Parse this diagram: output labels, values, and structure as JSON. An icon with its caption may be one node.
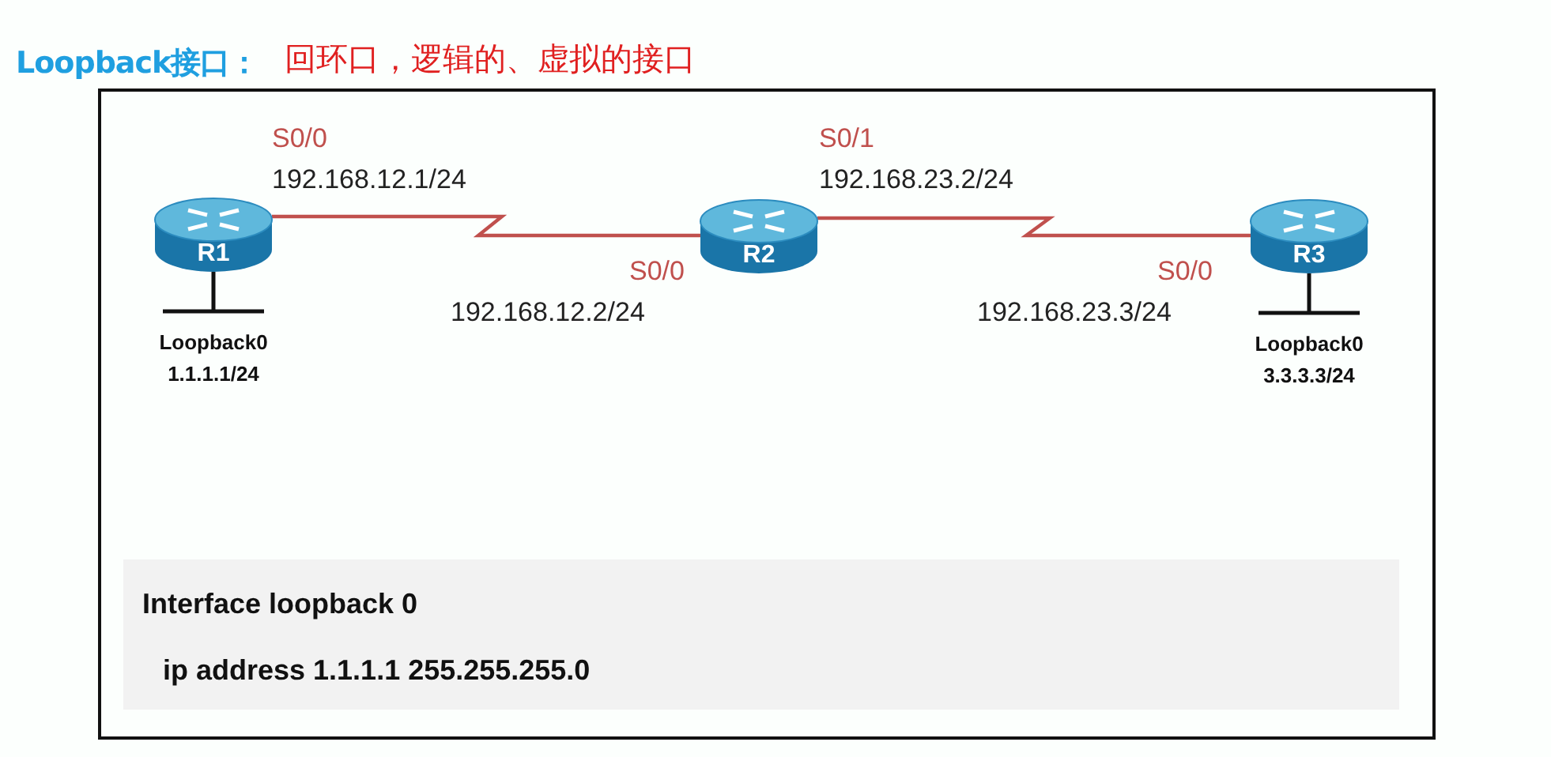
{
  "diagram": {
    "title": "Loopback接口：",
    "nodes": [
      {
        "text": [],
        "shape": "box"
      },
      {
        "text": [
          "R1"
        ],
        "in": 0,
        "beside": [
          "Loopback0 1.1.1.1/24"
        ]
      },
      {
        "text": [
          "R2"
        ],
        "in": 0
      },
      {
        "text": [
          "R3"
        ],
        "in": 0,
        "beside": [
          "Loopback0 3.3.3.3/24"
        ]
      },
      {
        "text": [
          "Interface loopback 0",
          "ip address 1.1.1.1 255.255.255.0"
        ],
        "in": 0
      }
    ],
    "edges": [
      {
        "from": 1,
        "to": 2,
        "arrow": "none"
      },
      {
        "from": 2,
        "to": 3,
        "arrow": "none"
      }
    ],
    "labels": [
      "回环口，逻辑的、虚拟的接口",
      "S0/0",
      "192.168.12.1/24",
      "S0/1",
      "192.168.23.2/24",
      "S0/0",
      "192.168.12.2/24",
      "S0/0",
      "192.168.23.3/24"
    ]
  }
}
